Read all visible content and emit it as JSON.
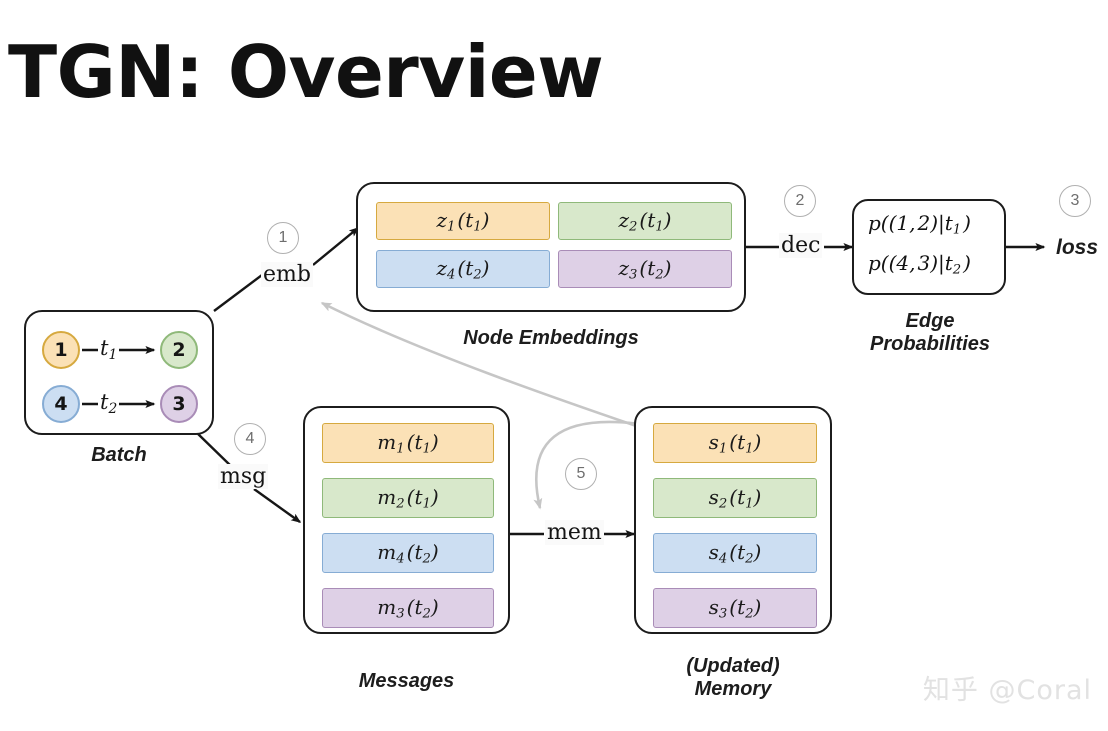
{
  "slide": {
    "title": "TGN: Overview",
    "watermark": "知乎 @Coral"
  },
  "batch": {
    "caption": "Batch",
    "nodes": [
      {
        "id": "1",
        "label": "1",
        "color": "orange"
      },
      {
        "id": "2",
        "label": "2",
        "color": "green"
      },
      {
        "id": "4",
        "label": "4",
        "color": "blue"
      },
      {
        "id": "3",
        "label": "3",
        "color": "purple"
      }
    ],
    "edges": [
      {
        "from": "1",
        "to": "2",
        "time_base": "t",
        "time_sub": "1"
      },
      {
        "from": "4",
        "to": "3",
        "time_base": "t",
        "time_sub": "2"
      }
    ]
  },
  "node_embeddings": {
    "caption": "Node Embeddings",
    "cells": [
      {
        "base": "z",
        "sub": "1",
        "arg_base": "t",
        "arg_sub": "1",
        "color": "orange"
      },
      {
        "base": "z",
        "sub": "2",
        "arg_base": "t",
        "arg_sub": "1",
        "color": "green"
      },
      {
        "base": "z",
        "sub": "4",
        "arg_base": "t",
        "arg_sub": "2",
        "color": "blue"
      },
      {
        "base": "z",
        "sub": "3",
        "arg_base": "t",
        "arg_sub": "2",
        "color": "purple"
      }
    ]
  },
  "edge_probabilities": {
    "caption": "Edge\nProbabilities",
    "lines": [
      {
        "text": "p((1, 2)|t",
        "sub": "1",
        "tail": ")"
      },
      {
        "text": "p((4, 3)|t",
        "sub": "2",
        "tail": ")"
      }
    ]
  },
  "messages": {
    "caption": "Messages",
    "cells": [
      {
        "base": "m",
        "sub": "1",
        "arg_base": "t",
        "arg_sub": "1",
        "color": "orange"
      },
      {
        "base": "m",
        "sub": "2",
        "arg_base": "t",
        "arg_sub": "1",
        "color": "green"
      },
      {
        "base": "m",
        "sub": "4",
        "arg_base": "t",
        "arg_sub": "2",
        "color": "blue"
      },
      {
        "base": "m",
        "sub": "3",
        "arg_base": "t",
        "arg_sub": "2",
        "color": "purple"
      }
    ]
  },
  "memory": {
    "caption": "(Updated)\nMemory",
    "cells": [
      {
        "base": "s",
        "sub": "1",
        "arg_base": "t",
        "arg_sub": "1",
        "color": "orange"
      },
      {
        "base": "s",
        "sub": "2",
        "arg_base": "t",
        "arg_sub": "1",
        "color": "green"
      },
      {
        "base": "s",
        "sub": "4",
        "arg_base": "t",
        "arg_sub": "2",
        "color": "blue"
      },
      {
        "base": "s",
        "sub": "3",
        "arg_base": "t",
        "arg_sub": "2",
        "color": "purple"
      }
    ]
  },
  "steps": [
    {
      "number": "1",
      "op": "emb"
    },
    {
      "number": "2",
      "op": "dec"
    },
    {
      "number": "3",
      "op": "loss"
    },
    {
      "number": "4",
      "op": "msg"
    },
    {
      "number": "5",
      "op": "mem"
    }
  ],
  "colors": {
    "orange_fill": "#fbe1b6",
    "orange_border": "#d6a93f",
    "green_fill": "#d8e8cb",
    "green_border": "#8fb97a",
    "blue_fill": "#ccdef2",
    "blue_border": "#86acd4",
    "purple_fill": "#ded0e6",
    "purple_border": "#a98cb7",
    "outline": "#1c1c1c",
    "step_circle": "#b0b0b0",
    "grey_arrow": "#c6c6c6",
    "watermark": "#e2e2e2"
  }
}
